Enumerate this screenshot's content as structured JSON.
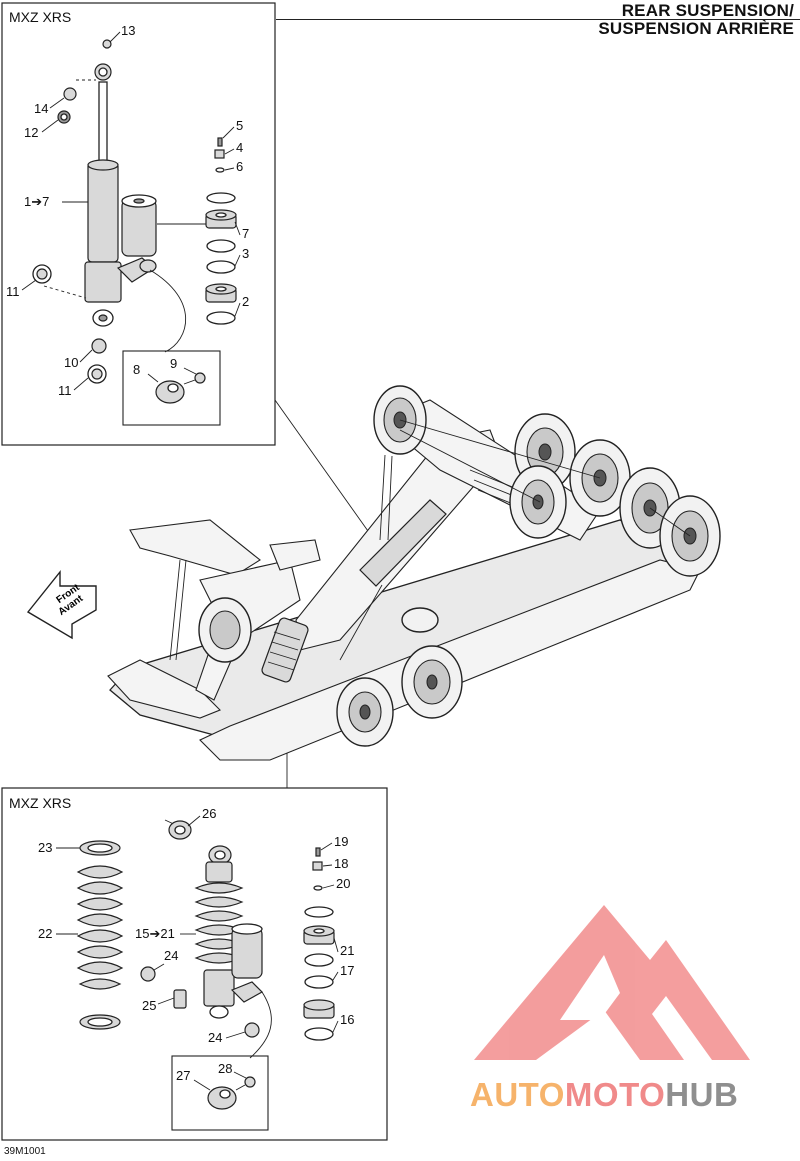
{
  "header": {
    "title_en": "REAR SUSPENSION/",
    "title_fr": "SUSPENSION ARRIÈRE"
  },
  "panels": {
    "top": {
      "label": "MXZ XRS"
    },
    "bottom": {
      "label": "MXZ XRS"
    }
  },
  "direction_arrow": {
    "line1": "Front",
    "line2": "Avant"
  },
  "callouts_top": {
    "c13": "13",
    "c14": "14",
    "c12": "12",
    "c1to7": "1➔7",
    "c11a": "11",
    "c10": "10",
    "c11b": "11",
    "c5": "5",
    "c4": "4",
    "c6": "6",
    "c7": "7",
    "c3": "3",
    "c2": "2",
    "c8": "8",
    "c9": "9"
  },
  "callouts_bottom": {
    "c26": "26",
    "c23": "23",
    "c22": "22",
    "c15to21": "15➔21",
    "c24a": "24",
    "c25": "25",
    "c24b": "24",
    "c19": "19",
    "c18": "18",
    "c20": "20",
    "c21": "21",
    "c17": "17",
    "c16": "16",
    "c27": "27",
    "c28": "28"
  },
  "drawing_code": "39M1001",
  "watermark": {
    "part1": "AUTO",
    "part2": "MOTO",
    "part3": "HUB",
    "colors": {
      "auto": "#f6b36b",
      "moto": "#f08a8a",
      "hub": "#8f8f8f",
      "logo": "#f07d7d"
    }
  }
}
